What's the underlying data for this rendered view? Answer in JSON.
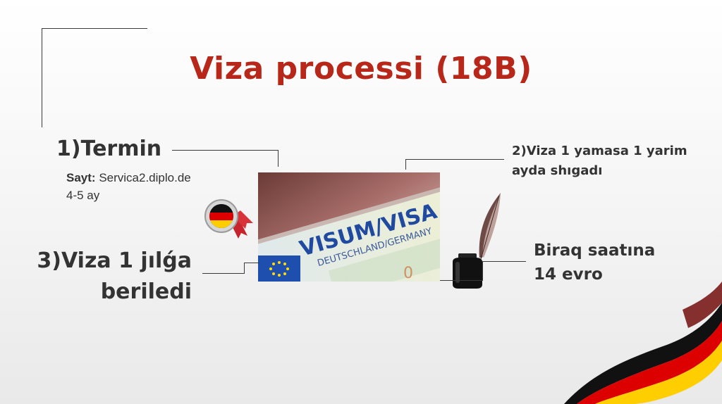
{
  "slide": {
    "title": "Viza processi (18B)",
    "step1": {
      "heading": "1)Termin",
      "site_label": "Sayt:",
      "site_value": "Servica2.diplo.de",
      "duration": "4-5 ay"
    },
    "step2": {
      "line1": "2)Viza 1 yamasa 1 yarim",
      "line2": "ayda shıgadı"
    },
    "step3": {
      "line1": "3)Viza 1 jılǵa",
      "line2": "beriledi"
    },
    "cost": {
      "line1": "Biraq saatına",
      "line2": "14 evro"
    },
    "visa_image": {
      "line1": "VISUM/VISA",
      "line2": "DEUTSCHLAND/GERMANY"
    },
    "colors": {
      "title": "#b8281a",
      "flag_black": "#111111",
      "flag_red": "#dd0000",
      "flag_gold": "#ffce00"
    },
    "icons": [
      "german-flag-badge-icon",
      "quill-inkwell-icon",
      "german-flag-ribbon-icon"
    ]
  }
}
